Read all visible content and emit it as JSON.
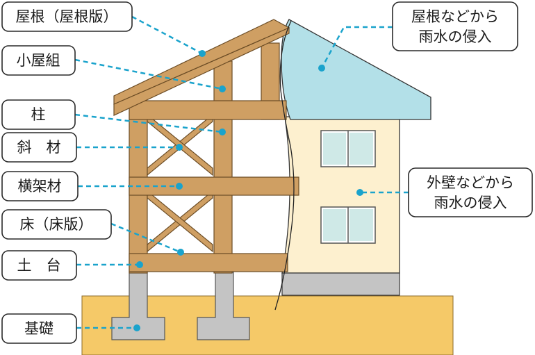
{
  "labels": {
    "roof": "屋根（屋根版）",
    "truss": "小屋組",
    "column": "柱",
    "brace": "斜　材",
    "beam": "横架材",
    "floor": "床（床版）",
    "sill": "土　台",
    "foundation": "基礎"
  },
  "callouts": {
    "roof_rain": [
      "屋根などから",
      "雨水の侵入"
    ],
    "wall_rain": [
      "外壁などから",
      "雨水の侵入"
    ]
  },
  "colors": {
    "timber": "#cf9f63",
    "timber_edge": "#6b4c25",
    "roof_cover": "#b3e0e8",
    "wall": "#fdf0cf",
    "ground": "#f5c968",
    "concrete": "#c4c4c4",
    "leader": "#1aa3cc"
  }
}
